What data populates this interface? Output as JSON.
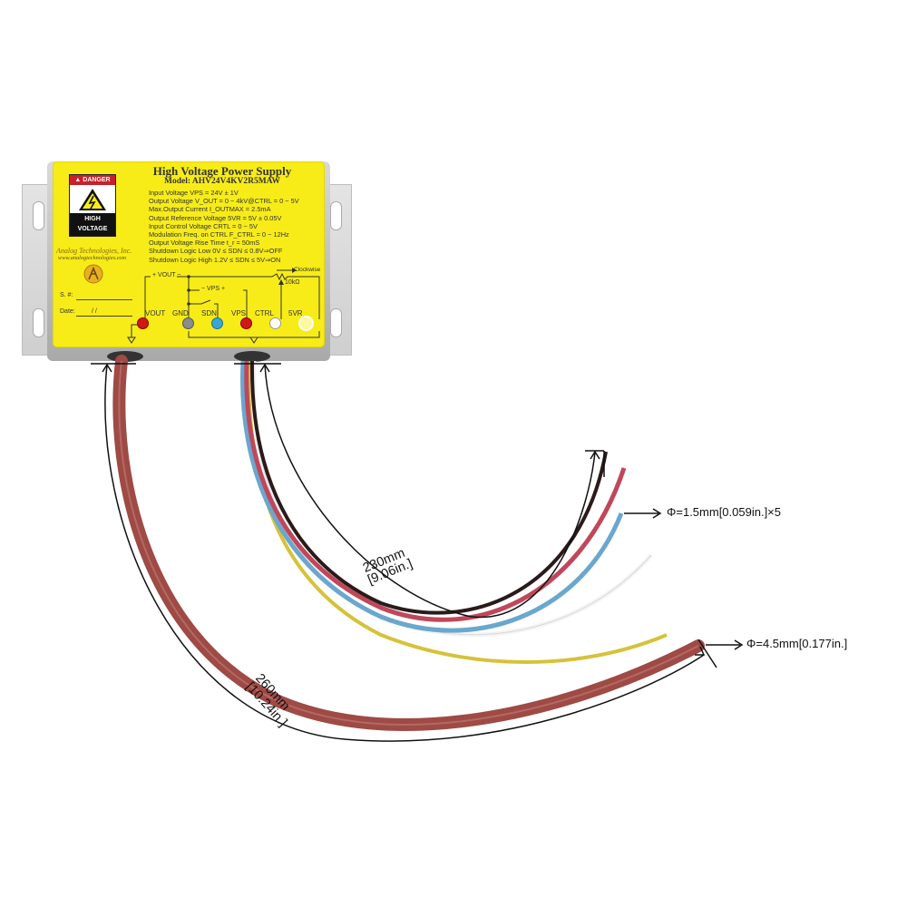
{
  "product": {
    "title": "High Voltage Power Supply",
    "model": "Model: AHV24V4KV2R5MAW",
    "specs": [
      "Input Voltage VPS = 24V ± 1V",
      "Output Voltage V_OUT = 0 ~ 4kV@CTRL = 0 ~ 5V",
      "Max.Output Current I_OUTMAX = 2.5mA",
      "Output Reference Voltage 5VR = 5V ± 0.05V",
      "Input Control Voltage CRTL = 0 ~ 5V",
      "Modulation Freq. on CTRL F_CTRL = 0 ~ 12Hz",
      "Output Voltage Rise Time t_r = 50mS",
      "Shutdown Logic Low 0V ≤ SDN ≤ 0.8V⇒OFF",
      "Shutdown Logic High 1.2V ≤ SDN ≤ 5V⇒ON"
    ],
    "warning_label": {
      "header": "DANGER",
      "line1": "HIGH",
      "line2": "VOLTAGE"
    },
    "company": "Analog Technologies, Inc.",
    "website": "www.analogtechnologies.com",
    "serial_label": "S. #:",
    "date_label": "Date:",
    "date_slashes": "/        /"
  },
  "schematic": {
    "vout_label": "+ VOUT −",
    "vps_label": "− VPS +",
    "clockwise_label": "Clockwise",
    "pot_label": "10kΩ",
    "pins": [
      {
        "label": "VOUT",
        "color": "#d01818"
      },
      {
        "label": "GND",
        "color": "#8c8c8c"
      },
      {
        "label": "SDN",
        "color": "#3aa6d8"
      },
      {
        "label": "VPS",
        "color": "#d01818"
      },
      {
        "label": "CTRL",
        "color": "#ffffff"
      },
      {
        "label": "5VR",
        "color": "#fff7a0"
      }
    ]
  },
  "dimensions": {
    "signal_length_mm": "230mm",
    "signal_length_in": "[9.06in.]",
    "hv_length_mm": "260mm",
    "hv_length_in": "[10.24in.]",
    "signal_diameter": "Φ=1.5mm[0.059in.]×5",
    "hv_diameter": "Φ=4.5mm[0.177in.]"
  },
  "colors": {
    "label_yellow": "#f7ec17",
    "hv_cable": "#9e4a45",
    "wire_red": "#c0475a",
    "wire_blue": "#6aa7cf",
    "wire_black": "#2a1a1a",
    "wire_white": "#f2f2f2",
    "wire_yellow": "#d6c23a"
  }
}
